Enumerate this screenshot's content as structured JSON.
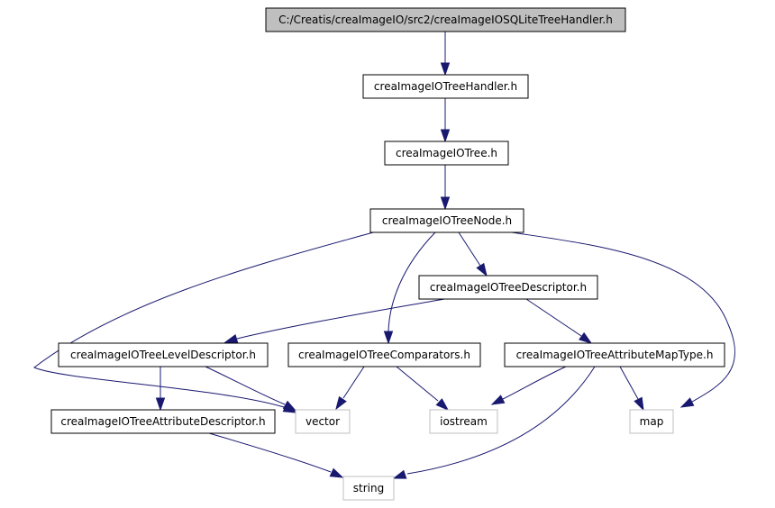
{
  "diagram": {
    "colors": {
      "edge": "#191970",
      "root_fill": "#bfbfbf",
      "node_border": "#000000",
      "external_border": "#bfbfbf",
      "node_fill": "#ffffff"
    },
    "nodes": {
      "root": {
        "label": "C:/Creatis/creaImageIO/src2/creaImageIOSQLiteTreeHandler.h",
        "kind": "root"
      },
      "tree_handler": {
        "label": "creaImageIOTreeHandler.h",
        "kind": "internal"
      },
      "tree": {
        "label": "creaImageIOTree.h",
        "kind": "internal"
      },
      "tree_node": {
        "label": "creaImageIOTreeNode.h",
        "kind": "internal"
      },
      "tree_descriptor": {
        "label": "creaImageIOTreeDescriptor.h",
        "kind": "internal"
      },
      "level_descriptor": {
        "label": "creaImageIOTreeLevelDescriptor.h",
        "kind": "internal"
      },
      "comparators": {
        "label": "creaImageIOTreeComparators.h",
        "kind": "internal"
      },
      "attr_map_type": {
        "label": "creaImageIOTreeAttributeMapType.h",
        "kind": "internal"
      },
      "attr_descriptor": {
        "label": "creaImageIOTreeAttributeDescriptor.h",
        "kind": "internal"
      },
      "vector": {
        "label": "vector",
        "kind": "external"
      },
      "iostream": {
        "label": "iostream",
        "kind": "external"
      },
      "map": {
        "label": "map",
        "kind": "external"
      },
      "string": {
        "label": "string",
        "kind": "external"
      }
    },
    "edges": [
      {
        "from": "root",
        "to": "tree_handler"
      },
      {
        "from": "tree_handler",
        "to": "tree"
      },
      {
        "from": "tree",
        "to": "tree_node"
      },
      {
        "from": "tree_node",
        "to": "tree_descriptor"
      },
      {
        "from": "tree_node",
        "to": "comparators"
      },
      {
        "from": "tree_node",
        "to": "vector"
      },
      {
        "from": "tree_node",
        "to": "map"
      },
      {
        "from": "tree_descriptor",
        "to": "level_descriptor"
      },
      {
        "from": "tree_descriptor",
        "to": "attr_map_type"
      },
      {
        "from": "level_descriptor",
        "to": "attr_descriptor"
      },
      {
        "from": "level_descriptor",
        "to": "vector"
      },
      {
        "from": "comparators",
        "to": "vector"
      },
      {
        "from": "comparators",
        "to": "iostream"
      },
      {
        "from": "attr_map_type",
        "to": "iostream"
      },
      {
        "from": "attr_map_type",
        "to": "map"
      },
      {
        "from": "attr_map_type",
        "to": "string"
      },
      {
        "from": "attr_descriptor",
        "to": "string"
      }
    ]
  }
}
